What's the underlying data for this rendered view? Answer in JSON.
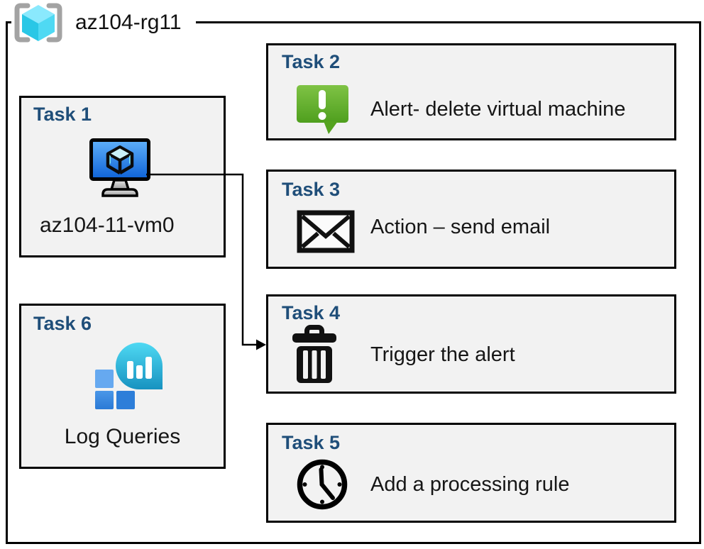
{
  "header": {
    "title": "az104-rg11",
    "icon": "resource-group-icon"
  },
  "tasks": {
    "task1": {
      "label": "Task 1",
      "icon": "virtual-machine-icon",
      "text": "az104-11-vm0"
    },
    "task2": {
      "label": "Task 2",
      "icon": "alert-icon",
      "text": "Alert- delete virtual machine"
    },
    "task3": {
      "label": "Task 3",
      "icon": "email-icon",
      "text": "Action – send email"
    },
    "task4": {
      "label": "Task 4",
      "icon": "trash-icon",
      "text": "Trigger the alert"
    },
    "task5": {
      "label": "Task 5",
      "icon": "clock-icon",
      "text": "Add a processing rule"
    },
    "task6": {
      "label": "Task 6",
      "icon": "log-queries-icon",
      "text": "Log Queries"
    }
  },
  "connector": {
    "from": "task1-virtual-machine",
    "to": "task4"
  },
  "colors": {
    "task_title_blue": "#1f4e79",
    "box_background": "#f2f2f2",
    "border_black": "#000000",
    "alert_green_light": "#7fc345",
    "alert_green_dark": "#4f9f1e",
    "vm_screen_blue_light": "#5fb0fa",
    "vm_screen_blue_dark": "#0e62d6",
    "cube_cyan_top": "#8ae9fd",
    "cube_cyan_left": "#29c7e6",
    "cube_cyan_right": "#4fd9f3",
    "bracket_gray": "#a3a3a3",
    "log_bubble_light": "#4fd9f3",
    "log_bubble_dark": "#1792c0",
    "log_square_light_blue": "#66a9f0",
    "log_square_blue": "#2d7ed9"
  }
}
